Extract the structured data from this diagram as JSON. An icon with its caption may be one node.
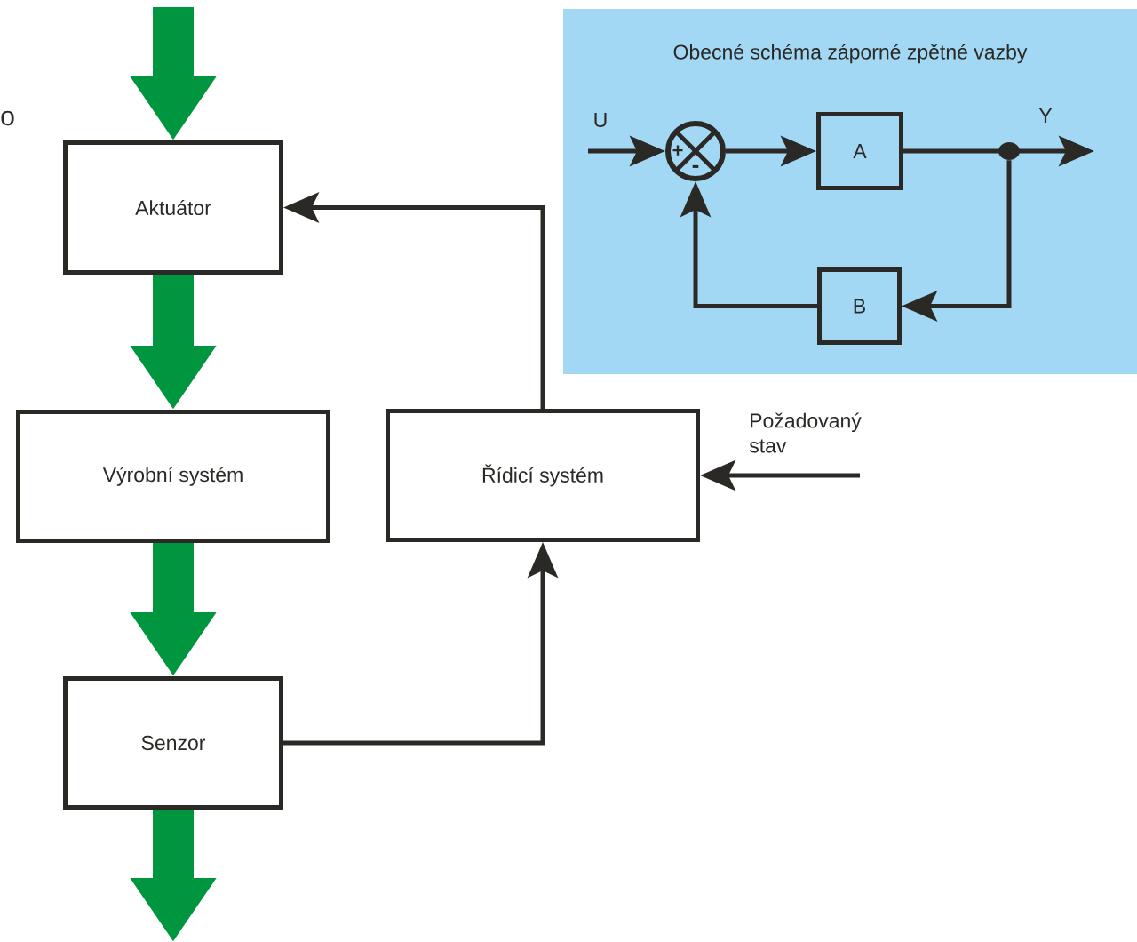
{
  "diagram": {
    "nodes": [
      {
        "text": [
          "Obecné schéma záporné zpětné vazby"
        ]
      },
      {
        "text": [
          "Aktuátor"
        ]
      },
      {
        "text": [
          "Výrobní systém"
        ]
      },
      {
        "text": [
          "Řídicí systém"
        ]
      },
      {
        "text": [
          "Senzor"
        ]
      },
      {
        "text": [
          "+",
          "-"
        ],
        "in": 0
      },
      {
        "text": [
          "A"
        ],
        "in": 0
      },
      {
        "text": [
          "B"
        ],
        "in": 0
      },
      {
        "text": [],
        "shape": "circle",
        "in": 0
      }
    ],
    "edges": [
      {
        "from": null,
        "to": 1,
        "arrow": "to",
        "style": "thick",
        "color": "#009640"
      },
      {
        "from": 1,
        "to": 2,
        "arrow": "to",
        "style": "thick",
        "color": "#009640"
      },
      {
        "from": 2,
        "to": 4,
        "arrow": "to",
        "style": "thick",
        "color": "#009640"
      },
      {
        "from": 4,
        "to": null,
        "arrow": "to",
        "style": "thick",
        "color": "#009640"
      },
      {
        "from": 3,
        "to": 1,
        "arrow": "to"
      },
      {
        "from": 4,
        "to": 3,
        "arrow": "to"
      },
      {
        "from": null,
        "to": 3,
        "arrow": "to",
        "label": "Požadovaný stav"
      },
      {
        "from": null,
        "to": 5,
        "arrow": "to",
        "label": "U"
      },
      {
        "from": 5,
        "to": 6,
        "arrow": "to"
      },
      {
        "from": 6,
        "to": 8,
        "arrow": "none"
      },
      {
        "from": 8,
        "to": null,
        "arrow": "to",
        "label": "Y"
      },
      {
        "from": 8,
        "to": 7,
        "arrow": "to"
      },
      {
        "from": 7,
        "to": 5,
        "arrow": "to"
      }
    ],
    "labels": [
      "o"
    ]
  }
}
